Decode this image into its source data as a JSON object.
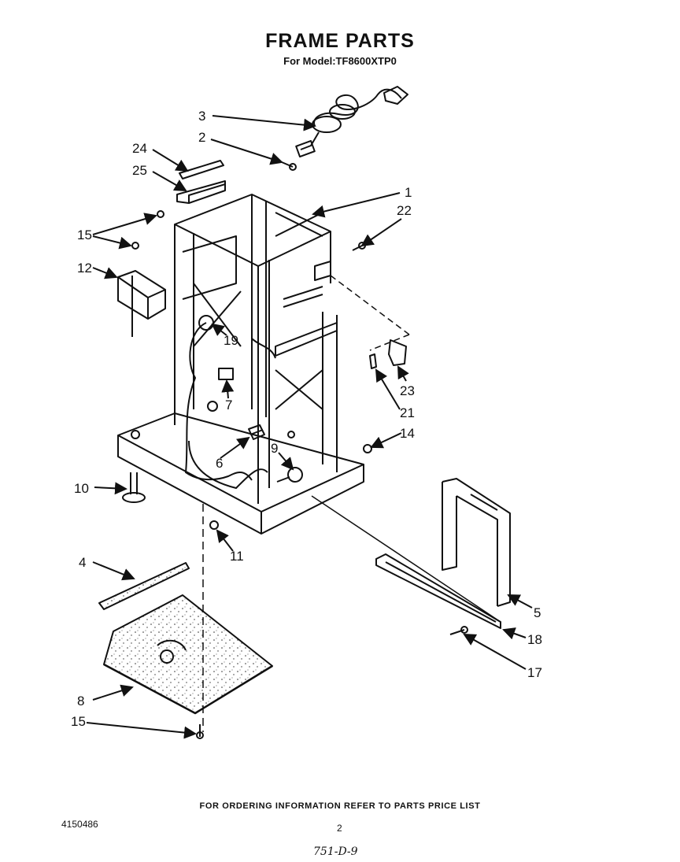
{
  "header": {
    "title": "FRAME PARTS",
    "subtitle": "For Model:TF8600XTP0"
  },
  "callouts": {
    "c1": "1",
    "c2": "2",
    "c3": "3",
    "c4": "4",
    "c5": "5",
    "c6": "6",
    "c7": "7",
    "c8": "8",
    "c9": "9",
    "c10": "10",
    "c11": "11",
    "c12": "12",
    "c14": "14",
    "c15a": "15",
    "c15b": "15",
    "c17": "17",
    "c18": "18",
    "c19": "19",
    "c21": "21",
    "c22": "22",
    "c23": "23",
    "c24": "24",
    "c25": "25"
  },
  "footer": {
    "note": "FOR ORDERING INFORMATION REFER TO PARTS PRICE LIST",
    "doc_number": "4150486",
    "page_number": "2",
    "handwritten": "751-D-9"
  }
}
